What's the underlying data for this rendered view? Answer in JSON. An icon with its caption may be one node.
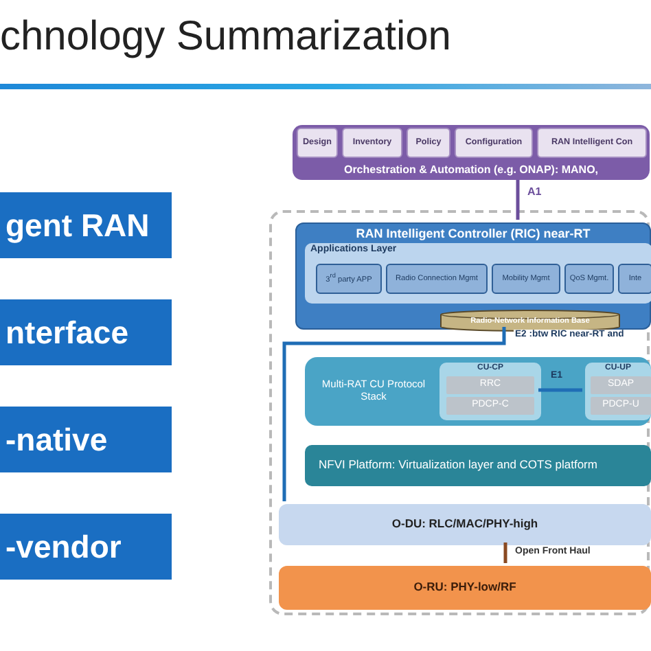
{
  "diagram": {
    "title": "chnology Summarization",
    "nodes": [
      {
        "text": [],
        "shape": "box"
      },
      {
        "text": [
          "Orchestration & Automation (e.g. ONAP): MANO,"
        ]
      },
      {
        "text": [
          "Design"
        ],
        "in": 1
      },
      {
        "text": [
          "Inventory"
        ],
        "in": 1
      },
      {
        "text": [
          "Policy"
        ],
        "in": 1
      },
      {
        "text": [
          "Configuration"
        ],
        "in": 1
      },
      {
        "text": [
          "RAN Intelligent Con"
        ],
        "in": 1
      },
      {
        "text": [
          "RAN Intelligent Controller (RIC) near-RT"
        ],
        "in": 0
      },
      {
        "text": [
          "Applications Layer"
        ],
        "in": 7
      },
      {
        "text": [
          "3$^{rd}$ party APP"
        ],
        "in": 8
      },
      {
        "text": [
          "Radio Connection Mgmt"
        ],
        "in": 8
      },
      {
        "text": [
          "Mobility Mgmt"
        ],
        "in": 8
      },
      {
        "text": [
          "QoS Mgmt."
        ],
        "in": 8
      },
      {
        "text": [
          "Inte"
        ],
        "in": 8
      },
      {
        "text": [
          "Radio-Network Information Base"
        ],
        "in": 7
      },
      {
        "text": [
          "Multi-RAT CU Protocol Stack"
        ],
        "in": 0
      },
      {
        "text": [
          "CU-CP"
        ],
        "in": 15
      },
      {
        "text": [
          "RRC"
        ],
        "in": 16
      },
      {
        "text": [
          "PDCP-C"
        ],
        "in": 16
      },
      {
        "text": [
          "CU-UP"
        ],
        "in": 15
      },
      {
        "text": [
          "SDAP"
        ],
        "in": 19
      },
      {
        "text": [
          "PDCP-U"
        ],
        "in": 19
      },
      {
        "text": [
          "NFVI Platform: Virtualization layer and COTS platform"
        ],
        "in": 0
      },
      {
        "text": [
          "O-DU: RLC/MAC/PHY-high"
        ],
        "in": 0
      },
      {
        "text": [
          "O-RU: PHY-low/RF"
        ],
        "in": 0
      },
      {
        "text": [
          "gent RAN"
        ]
      },
      {
        "text": [
          "nterface"
        ]
      },
      {
        "text": [
          "-native"
        ]
      },
      {
        "text": [
          "-vendor"
        ]
      }
    ],
    "edges": [
      {
        "from": 1,
        "to": 7,
        "arrow": "none",
        "label": "A1",
        "color": "#6b4e9b"
      },
      {
        "from": 14,
        "to": 23,
        "arrow": "none",
        "label": "E2 :btw RIC near-RT and"
      },
      {
        "from": 16,
        "to": 19,
        "arrow": "none",
        "label": "E1"
      },
      {
        "from": 23,
        "to": 24,
        "arrow": "none",
        "label": "Open Front Haul",
        "color": "#8a4a22"
      }
    ]
  }
}
